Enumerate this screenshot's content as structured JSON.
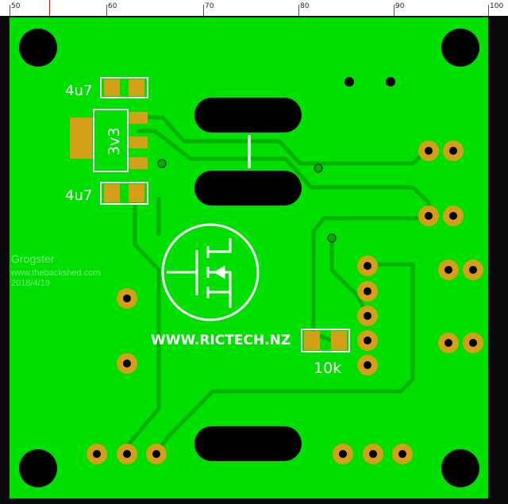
{
  "ruler": {
    "labels": [
      "50",
      "60",
      "70",
      "80",
      "90",
      "100"
    ],
    "marker_color": "#ff0000"
  },
  "board": {
    "background": "#00e000",
    "trace_color": "#00b000",
    "pad_color": "#d4a017",
    "hole_color": "#000000",
    "silk_color": "#ffffff"
  },
  "silkscreen": {
    "cap_top_value": "4u7",
    "cap_bottom_value": "4u7",
    "regulator_value": "3v3",
    "resistor_value": "10k",
    "website": "WWW.RICTECH.NZ"
  },
  "watermark": {
    "author": "Grogster",
    "site": "www.thebackshed.com",
    "date": "2018/4/19"
  }
}
